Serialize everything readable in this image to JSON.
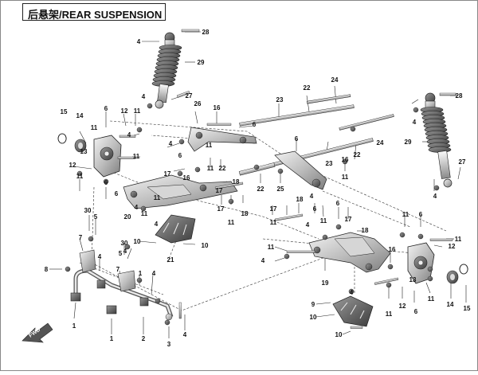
{
  "title": "后悬架/REAR SUSPENSION",
  "direction_label": "FWD",
  "callouts": [
    {
      "id": "c1",
      "text": "28"
    },
    {
      "id": "c2",
      "text": "4"
    },
    {
      "id": "c3",
      "text": "29"
    },
    {
      "id": "c4",
      "text": "4"
    },
    {
      "id": "c5",
      "text": "27"
    },
    {
      "id": "c6",
      "text": "26"
    },
    {
      "id": "c7",
      "text": "16"
    },
    {
      "id": "c8",
      "text": "6"
    },
    {
      "id": "c9",
      "text": "23"
    },
    {
      "id": "c10",
      "text": "22"
    },
    {
      "id": "c11",
      "text": "24"
    },
    {
      "id": "c12",
      "text": "13"
    },
    {
      "id": "c13",
      "text": "6"
    },
    {
      "id": "c14",
      "text": "12"
    },
    {
      "id": "c15",
      "text": "11"
    },
    {
      "id": "c16",
      "text": "15"
    },
    {
      "id": "c17",
      "text": "14"
    },
    {
      "id": "c18",
      "text": "11"
    },
    {
      "id": "c19",
      "text": "4"
    },
    {
      "id": "c20",
      "text": "11"
    },
    {
      "id": "c21",
      "text": "12"
    },
    {
      "id": "c22",
      "text": "6"
    },
    {
      "id": "c23",
      "text": "11"
    },
    {
      "id": "c24",
      "text": "6"
    },
    {
      "id": "c25",
      "text": "11"
    },
    {
      "id": "c26",
      "text": "4"
    },
    {
      "id": "c27",
      "text": "11"
    },
    {
      "id": "c28",
      "text": "22"
    },
    {
      "id": "c29",
      "text": "17"
    },
    {
      "id": "c30",
      "text": "16"
    },
    {
      "id": "c31",
      "text": "18"
    },
    {
      "id": "c32",
      "text": "17"
    },
    {
      "id": "c33",
      "text": "6"
    },
    {
      "id": "c34",
      "text": "20"
    },
    {
      "id": "c35",
      "text": "11"
    },
    {
      "id": "c36",
      "text": "4"
    },
    {
      "id": "c37",
      "text": "11"
    },
    {
      "id": "c38",
      "text": "4"
    },
    {
      "id": "c39",
      "text": "10"
    },
    {
      "id": "c40",
      "text": "21"
    },
    {
      "id": "c41",
      "text": "10"
    },
    {
      "id": "c42",
      "text": "17"
    },
    {
      "id": "c43",
      "text": "11"
    },
    {
      "id": "c44",
      "text": "18"
    },
    {
      "id": "c45",
      "text": "22"
    },
    {
      "id": "c46",
      "text": "25"
    },
    {
      "id": "c47",
      "text": "23"
    },
    {
      "id": "c48",
      "text": "16"
    },
    {
      "id": "c49",
      "text": "11"
    },
    {
      "id": "c50",
      "text": "6"
    },
    {
      "id": "c51",
      "text": "22"
    },
    {
      "id": "c52",
      "text": "24"
    },
    {
      "id": "c53",
      "text": "28"
    },
    {
      "id": "c54",
      "text": "4"
    },
    {
      "id": "c55",
      "text": "29"
    },
    {
      "id": "c56",
      "text": "27"
    },
    {
      "id": "c57",
      "text": "4"
    },
    {
      "id": "c58",
      "text": "17"
    },
    {
      "id": "c59",
      "text": "11"
    },
    {
      "id": "c60",
      "text": "18"
    },
    {
      "id": "c61",
      "text": "4"
    },
    {
      "id": "c62",
      "text": "6"
    },
    {
      "id": "c63",
      "text": "4"
    },
    {
      "id": "c64",
      "text": "17"
    },
    {
      "id": "c65",
      "text": "11"
    },
    {
      "id": "c66",
      "text": "6"
    },
    {
      "id": "c67",
      "text": "18"
    },
    {
      "id": "c68",
      "text": "11"
    },
    {
      "id": "c69",
      "text": "4"
    },
    {
      "id": "c70",
      "text": "19"
    },
    {
      "id": "c71",
      "text": "16"
    },
    {
      "id": "c72",
      "text": "11"
    },
    {
      "id": "c73",
      "text": "6"
    },
    {
      "id": "c74",
      "text": "11"
    },
    {
      "id": "c75",
      "text": "12"
    },
    {
      "id": "c76",
      "text": "11"
    },
    {
      "id": "c77",
      "text": "13"
    },
    {
      "id": "c78",
      "text": "12"
    },
    {
      "id": "c79",
      "text": "6"
    },
    {
      "id": "c80",
      "text": "11"
    },
    {
      "id": "c81",
      "text": "14"
    },
    {
      "id": "c82",
      "text": "15"
    },
    {
      "id": "c83",
      "text": "4"
    },
    {
      "id": "c84",
      "text": "9"
    },
    {
      "id": "c85",
      "text": "10"
    },
    {
      "id": "c86",
      "text": "10"
    },
    {
      "id": "c87",
      "text": "30"
    },
    {
      "id": "c88",
      "text": "5"
    },
    {
      "id": "c89",
      "text": "7"
    },
    {
      "id": "c90",
      "text": "4"
    },
    {
      "id": "c91",
      "text": "8"
    },
    {
      "id": "c92",
      "text": "1"
    },
    {
      "id": "c93",
      "text": "30"
    },
    {
      "id": "c94",
      "text": "5"
    },
    {
      "id": "c95",
      "text": "7"
    },
    {
      "id": "c96",
      "text": "1"
    },
    {
      "id": "c97",
      "text": "4"
    },
    {
      "id": "c98",
      "text": "2"
    },
    {
      "id": "c99",
      "text": "1"
    },
    {
      "id": "c100",
      "text": "3"
    },
    {
      "id": "c101",
      "text": "4"
    },
    {
      "id": "c102",
      "text": "4"
    }
  ]
}
